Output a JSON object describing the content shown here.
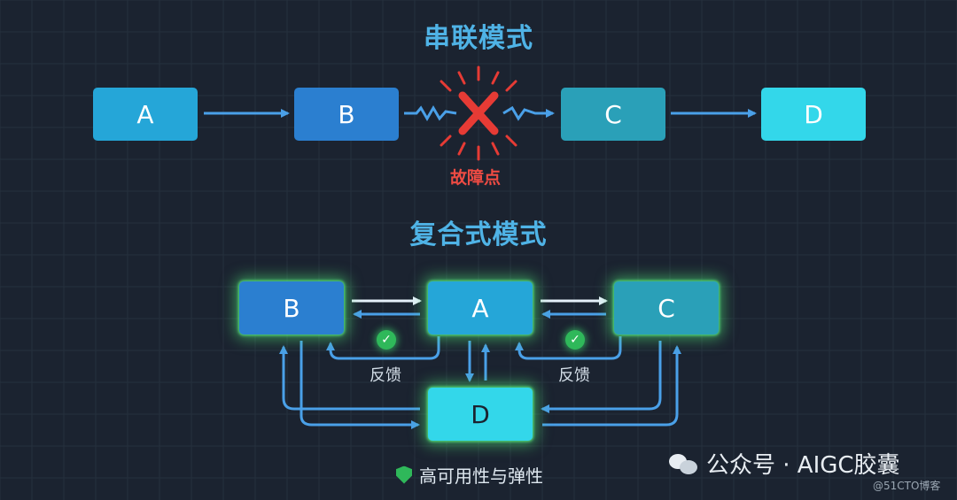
{
  "serial": {
    "title": "串联模式",
    "nodes": {
      "a": "A",
      "b": "B",
      "c": "C",
      "d": "D"
    },
    "fault_label": "故障点"
  },
  "composite": {
    "title": "复合式模式",
    "nodes": {
      "a": "A",
      "b": "B",
      "c": "C",
      "d": "D"
    },
    "feedback_left": "反馈",
    "feedback_right": "反馈",
    "check_left": "✓",
    "check_right": "✓",
    "footer": "高可用性与弹性"
  },
  "watermark": {
    "text": "公众号 · AIGC胶囊",
    "sub": "@51CTO博客"
  },
  "colors": {
    "background": "#1b2330",
    "node_a": "#25a6d8",
    "node_b": "#2b7fd0",
    "node_c": "#2aa0b8",
    "node_d": "#33d7ea",
    "arrow": "#4aa0e8",
    "fault": "#ee4b43",
    "glow": "#5be37f"
  }
}
